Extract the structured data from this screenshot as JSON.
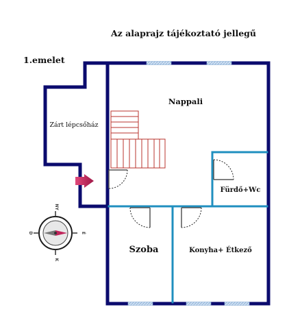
{
  "header": {
    "disclaimer": "Az alaprajz tájékoztató jellegű",
    "floor_label": "1.emelet"
  },
  "rooms": {
    "living_room": "Nappali",
    "staircase": "Zárt lépcsőház",
    "bathroom": "Fürdő+Wc",
    "bedroom": "Szoba",
    "kitchen": "Konyha+ Étkező"
  },
  "compass": {
    "north": "NY",
    "east": "É",
    "south": "K",
    "west": "D"
  },
  "icons": {
    "entrance": "entrance-arrow-icon",
    "compass": "compass-icon"
  },
  "colors": {
    "outer_wall": "#0b0b6e",
    "inner_wall": "#1f8fbf",
    "stairs": "#b8332e",
    "window": "#a9c8e8",
    "arrow": "#c0245a",
    "text": "#111111"
  }
}
